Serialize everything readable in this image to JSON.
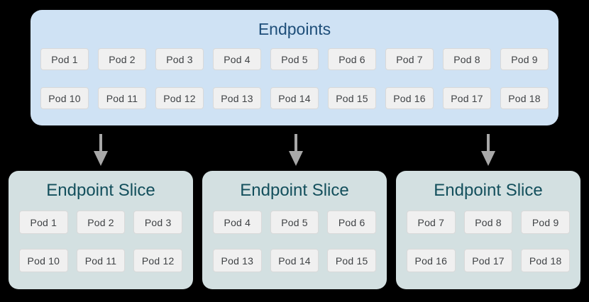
{
  "colors": {
    "background": "#000000",
    "endpoints_box_bg": "#cfe2f4",
    "endpoints_title": "#1e4e79",
    "slice_box_bg": "#d3e0e1",
    "slice_title": "#134f5c",
    "pod_bg": "#f0f0f0",
    "pod_border": "#d9d9d9",
    "pod_text": "#3f4245",
    "arrow": "#a8a8a8"
  },
  "endpoints": {
    "title": "Endpoints",
    "rows": [
      [
        "Pod 1",
        "Pod 2",
        "Pod 3",
        "Pod 4",
        "Pod 5",
        "Pod 6",
        "Pod 7",
        "Pod 8",
        "Pod 9"
      ],
      [
        "Pod 10",
        "Pod 11",
        "Pod 12",
        "Pod 13",
        "Pod 14",
        "Pod 15",
        "Pod 16",
        "Pod 17",
        "Pod 18"
      ]
    ]
  },
  "slices": [
    {
      "title": "Endpoint Slice",
      "rows": [
        [
          "Pod 1",
          "Pod 2",
          "Pod 3"
        ],
        [
          "Pod 10",
          "Pod 11",
          "Pod 12"
        ]
      ]
    },
    {
      "title": "Endpoint Slice",
      "rows": [
        [
          "Pod 4",
          "Pod 5",
          "Pod 6"
        ],
        [
          "Pod 13",
          "Pod 14",
          "Pod 15"
        ]
      ]
    },
    {
      "title": "Endpoint Slice",
      "rows": [
        [
          "Pod 7",
          "Pod 8",
          "Pod 9"
        ],
        [
          "Pod 16",
          "Pod 17",
          "Pod 18"
        ]
      ]
    }
  ]
}
